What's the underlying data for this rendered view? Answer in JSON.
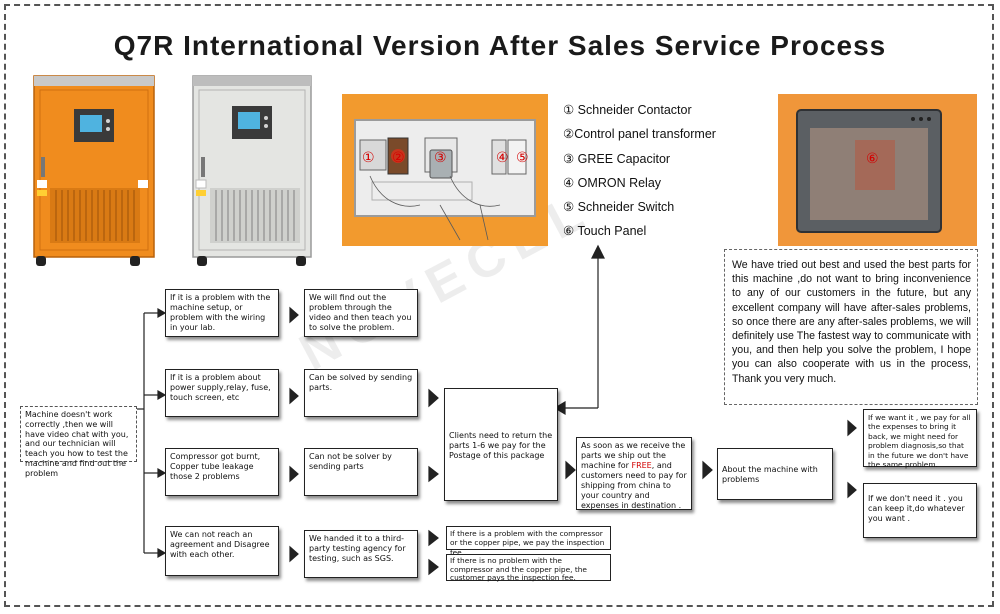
{
  "title": "Q7R International Version After Sales Service Process",
  "watermark": "NOVECEL",
  "parts": [
    "① Schneider Contactor",
    "②Control panel transformer",
    "③ GREE Capacitor",
    "④ OMRON Relay",
    "⑤ Schneider Switch",
    "⑥ Touch Panel"
  ],
  "board_marks": [
    "①",
    "②",
    "③",
    "④",
    "⑤"
  ],
  "panel_mark": "⑥",
  "message": "We have tried out best and used the best parts for this machine ,do not want to bring inconvenience to any of our customers in the future, but any excellent company will have after-sales problems, so once there are any after-sales problems, we will definitely use The fastest way to communicate with you, and then help you solve the problem, I hope you can also cooperate with us in the process, Thank you very much.",
  "flow": {
    "start": "Machine doesn't work correctly ,then we will have video chat with you, and our technician will teach you how to test the machine and find out the problem",
    "cases": [
      {
        "problem": "If it is a problem with the machine setup, or problem with the wiring in your lab.",
        "solution": "We will find out the problem through the video and then teach you to solve the problem."
      },
      {
        "problem": "If it is a problem about power supply,relay, fuse, touch screen, etc",
        "solution": "Can be solved by sending parts."
      },
      {
        "problem": "Compressor got burnt, Copper tube leakage those 2 problems",
        "solution": "Can not be solver by sending parts"
      },
      {
        "problem": "We can not reach an agreement and Disagree with each other.",
        "solution": "We handed it to a third-party testing agency for testing, such as SGS."
      }
    ],
    "return_note": "Clients need to return the parts 1-6 we pay for the Postage of this package",
    "ship_note_a": "As soon as we receive the parts we ship out the machine for ",
    "ship_note_free": "FREE",
    "ship_note_b": ", and customers need to pay for shipping from china to your country and expenses in destination .",
    "about": "About the machine with problems",
    "want": "If we want it , we pay for all the expenses to bring it back, we might need for problem diagnosis,so that in the future we don't have the same problem.",
    "dont_want": "If we don't need it . you can keep it,do whatever you want .",
    "sgs_yes": "If there is a problem with the compressor or the copper pipe, we pay the inspection fee.",
    "sgs_no": "If there is no problem with the compressor and the copper pipe, the customer pays the inspection fee."
  },
  "colors": {
    "cabinet_orange": "#f08c1e",
    "cabinet_grey": "#e4e5e2",
    "freeze_red": "#d00000"
  }
}
